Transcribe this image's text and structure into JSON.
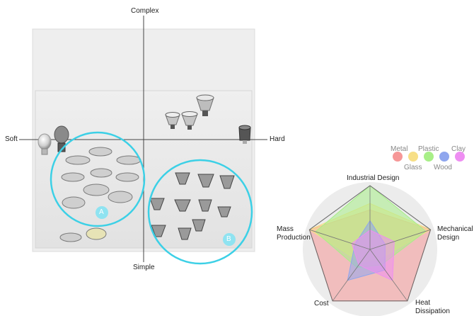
{
  "positioning_map": {
    "axes": {
      "top": "Complex",
      "bottom": "Simple",
      "left": "Soft",
      "right": "Hard"
    },
    "clusters": [
      {
        "badge": "A",
        "color": "#3cd0e6"
      },
      {
        "badge": "B",
        "color": "#3cd0e6"
      }
    ]
  },
  "legend": {
    "items": [
      {
        "label": "Metal",
        "color": "#f69797"
      },
      {
        "label": "Glass",
        "color": "#f7df86"
      },
      {
        "label": "Plastic",
        "color": "#a8ef88"
      },
      {
        "label": "Wood",
        "color": "#8fa6ee"
      },
      {
        "label": "Clay",
        "color": "#ee8ef2"
      }
    ]
  },
  "radar": {
    "axes": [
      {
        "label": "Industrial Design"
      },
      {
        "label": "Mechanical\nDesign"
      },
      {
        "label": "Heat\nDissipation"
      },
      {
        "label": "Cost"
      },
      {
        "label": "Mass\nProduction"
      }
    ],
    "max": 1,
    "series": [
      {
        "material": "Metal",
        "color": "#f69797",
        "values": [
          0.62,
          1.0,
          1.0,
          1.0,
          1.0
        ]
      },
      {
        "material": "Glass",
        "color": "#f7df86",
        "values": [
          0.72,
          1.0,
          0.2,
          0.25,
          1.0
        ]
      },
      {
        "material": "Plastic",
        "color": "#a8ef88",
        "values": [
          1.0,
          0.92,
          0.3,
          0.35,
          0.9
        ]
      },
      {
        "material": "Wood",
        "color": "#8fa6ee",
        "values": [
          0.45,
          0.25,
          0.4,
          0.6,
          0.25
        ]
      },
      {
        "material": "Clay",
        "color": "#ee8ef2",
        "values": [
          0.3,
          0.4,
          0.6,
          0.3,
          0.3
        ]
      }
    ]
  }
}
